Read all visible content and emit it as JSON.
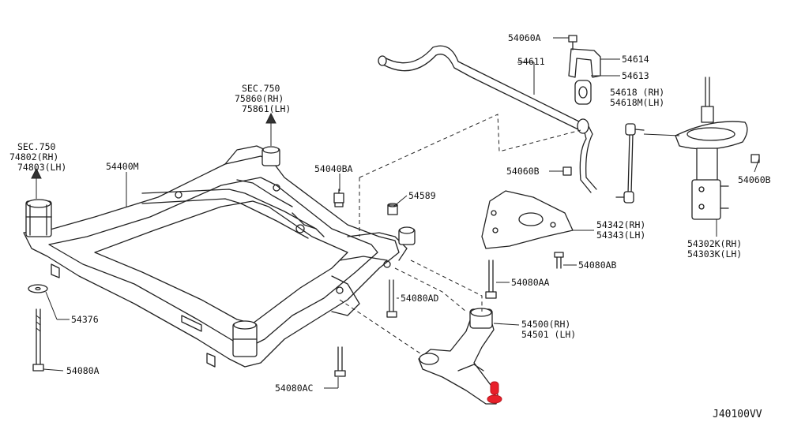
{
  "diagram_code": "J40100VV",
  "accent_color": "#e8202a",
  "labels": {
    "sec_750_left": "SEC.750",
    "l_74802": "74802(RH)",
    "l_74803": "74803(LH)",
    "l_54400m": "54400M",
    "sec_750_center": "SEC.750",
    "l_75860": "75860(RH)",
    "l_75861": "75861(LH)",
    "l_54040ba": "54040BA",
    "l_54589": "54589",
    "l_54060a": "54060A",
    "l_54611": "54611",
    "l_54614": "54614",
    "l_54613": "54613",
    "l_54618": "54618 (RH)",
    "l_54618m": "54618M(LH)",
    "l_54060b_left": "54060B",
    "l_54060b_right": "54060B",
    "l_54342": "54342(RH)",
    "l_54343": "54343(LH)",
    "l_54080ab": "54080AB",
    "l_54080aa": "54080AA",
    "l_54080ad": "54080AD",
    "l_54500": "54500(RH)",
    "l_54501": "54501 (LH)",
    "l_54376": "54376",
    "l_54080a": "54080A",
    "l_54080ac": "54080AC",
    "l_54302k": "54302K(RH)",
    "l_54303k": "54303K(LH)"
  }
}
